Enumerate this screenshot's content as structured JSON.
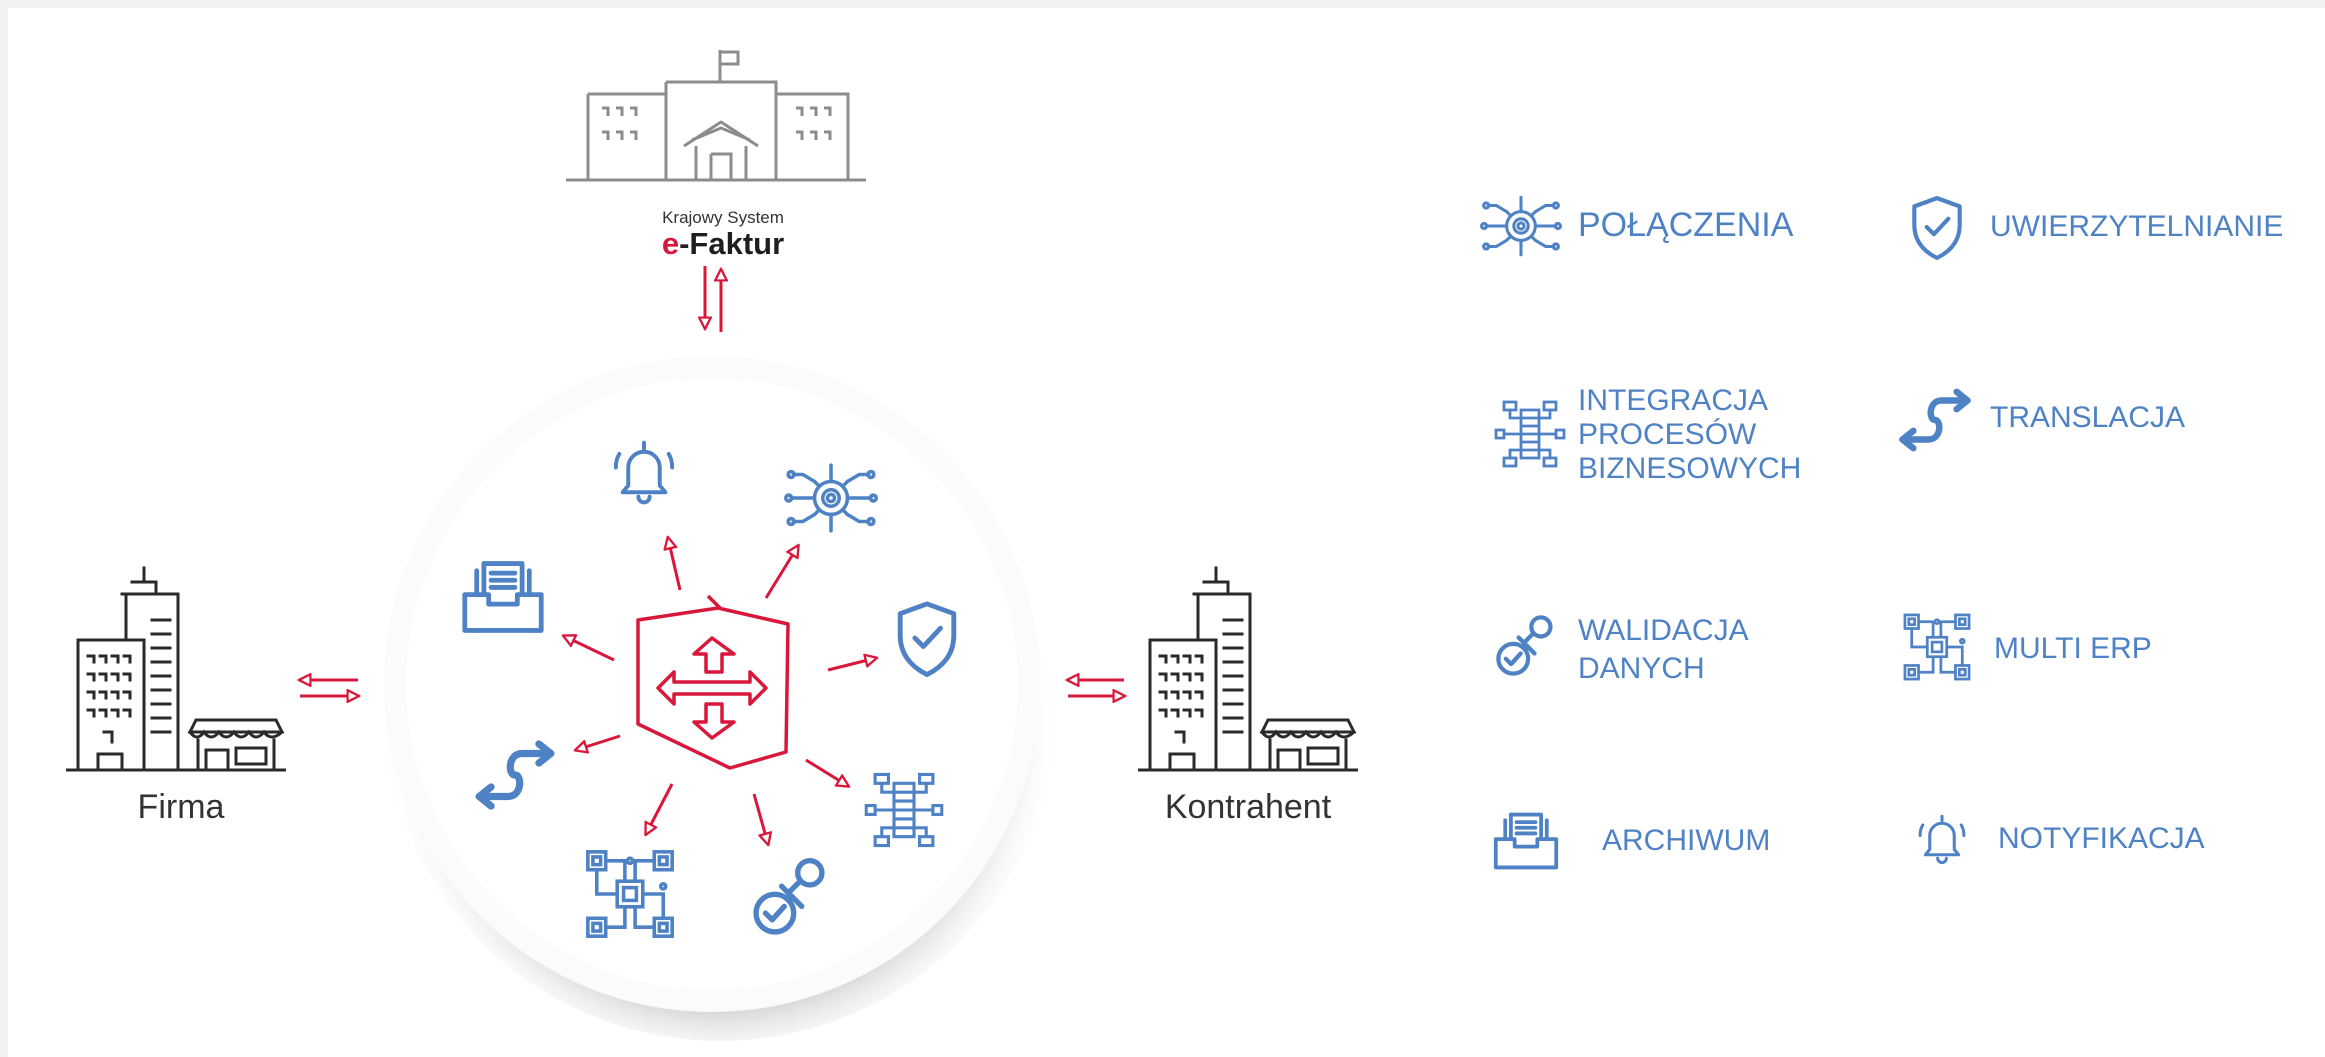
{
  "colors": {
    "brand_red": "#d9173a",
    "accent_blue": "#4f82c5",
    "building_gray": "#8c8c8c",
    "building_black": "#2a2a2a",
    "page_bg": "#ffffff",
    "frame_bg": "#f1f1f1"
  },
  "ksef": {
    "small_label": "Krajowy System",
    "brand_prefix": "e",
    "brand_name": "-Faktur"
  },
  "nodes": {
    "left_label": "Firma",
    "right_label": "Kontrahent"
  },
  "hub": {
    "center_icon": "hub-arrows-icon",
    "spokes": [
      "bell-icon",
      "gear-network-icon",
      "shield-check-icon",
      "server-network-icon",
      "stamp-check-icon",
      "chip-network-icon",
      "exchange-icon",
      "archive-tray-icon"
    ]
  },
  "legend": [
    {
      "icon": "gear-network-icon",
      "lines": [
        "POŁĄCZENIA"
      ]
    },
    {
      "icon": "shield-check-icon",
      "lines": [
        "UWIERZYTELNIANIE"
      ]
    },
    {
      "icon": "server-network-icon",
      "lines": [
        "INTEGRACJA",
        "PROCESÓW",
        "BIZNESOWYCH"
      ]
    },
    {
      "icon": "exchange-icon",
      "lines": [
        "TRANSLACJA"
      ]
    },
    {
      "icon": "stamp-check-icon",
      "lines": [
        "WALIDACJA",
        "DANYCH"
      ]
    },
    {
      "icon": "chip-network-icon",
      "lines": [
        "MULTI ERP"
      ]
    },
    {
      "icon": "archive-tray-icon",
      "lines": [
        "ARCHIWUM"
      ]
    },
    {
      "icon": "bell-icon",
      "lines": [
        "NOTYFIKACJA"
      ]
    }
  ]
}
